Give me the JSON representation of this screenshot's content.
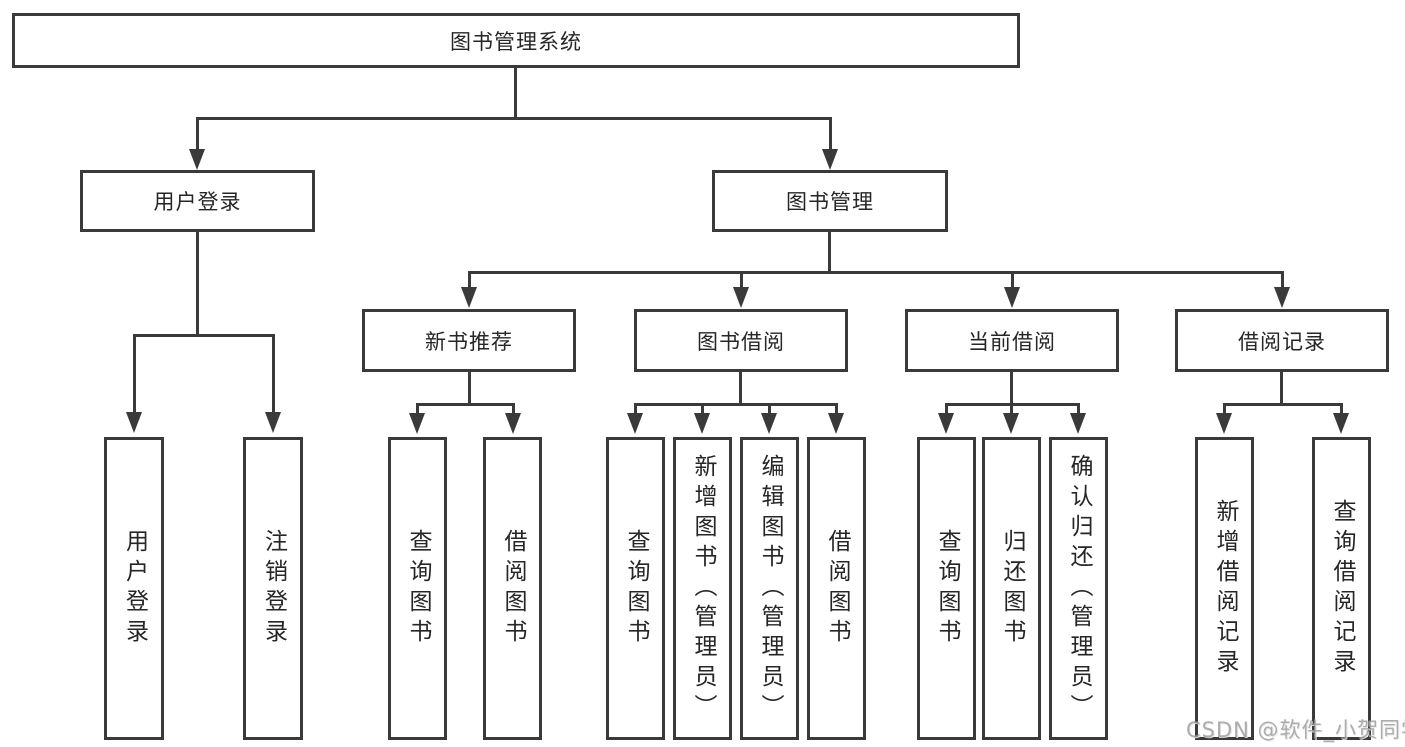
{
  "diagram": {
    "root": {
      "label": "图书管理系统"
    },
    "nodes": {
      "user_login": {
        "label": "用户登录"
      },
      "book_mgmt": {
        "label": "图书管理"
      },
      "leaf_user_login": {
        "label": "用户登录"
      },
      "leaf_logout": {
        "label": "注销登录"
      },
      "new_book_rec": {
        "label": "新书推荐"
      },
      "book_borrow": {
        "label": "图书借阅"
      },
      "current_borrow": {
        "label": "当前借阅"
      },
      "borrow_records": {
        "label": "借阅记录"
      },
      "rec_query_book": {
        "label": "查询图书"
      },
      "rec_borrow_book": {
        "label": "借阅图书"
      },
      "bb_query_book": {
        "label": "查询图书"
      },
      "bb_add_book": {
        "label": "新增图书（管理员）"
      },
      "bb_edit_book": {
        "label": "编辑图书（管理员）"
      },
      "bb_borrow_book": {
        "label": "借阅图书"
      },
      "cb_query_book": {
        "label": "查询图书"
      },
      "cb_return_book": {
        "label": "归还图书"
      },
      "cb_confirm_return": {
        "label": "确认归还（管理员）"
      },
      "br_add_record": {
        "label": "新增借阅记录"
      },
      "br_query_record": {
        "label": "查询借阅记录"
      }
    },
    "hierarchy": {
      "图书管理系统": {
        "用户登录": [
          "用户登录",
          "注销登录"
        ],
        "图书管理": {
          "新书推荐": [
            "查询图书",
            "借阅图书"
          ],
          "图书借阅": [
            "查询图书",
            "新增图书（管理员）",
            "编辑图书（管理员）",
            "借阅图书"
          ],
          "当前借阅": [
            "查询图书",
            "归还图书",
            "确认归还（管理员）"
          ],
          "借阅记录": [
            "新增借阅记录",
            "查询借阅记录"
          ]
        }
      }
    },
    "line_color": "#3a3a3a",
    "text_color": "#262626"
  },
  "watermark": {
    "text": "CSDN @软件_小贺同学"
  }
}
